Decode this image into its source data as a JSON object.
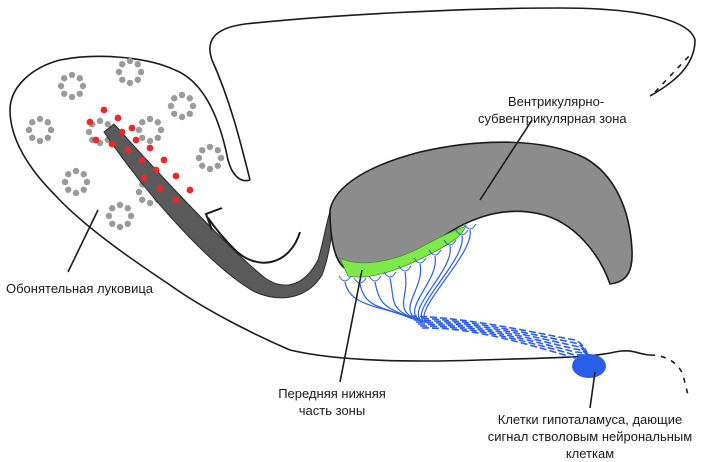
{
  "labels": {
    "vsvz_line1": "Вентрикулярно-",
    "vsvz_line2": "субвентрикулярная зона",
    "olfactory_bulb": "Обонятельная луковица",
    "anterior_line1": "Передняя нижняя",
    "anterior_line2": "часть зоны",
    "hypothalamus_line1": "Клетки гипоталамуса, дающие",
    "hypothalamus_line2": "сигнал стволовым нейрональным",
    "hypothalamus_line3": "клеткам"
  },
  "colors": {
    "outline": "#1a1a1a",
    "ventricle_fill": "#8c8c8c",
    "stream": "#5a5a5a",
    "anterior_zone": "#7fe84a",
    "neurons": "#2b5ee8",
    "new_cells": "#e8282a",
    "resident_cells": "#9a9a9a"
  }
}
